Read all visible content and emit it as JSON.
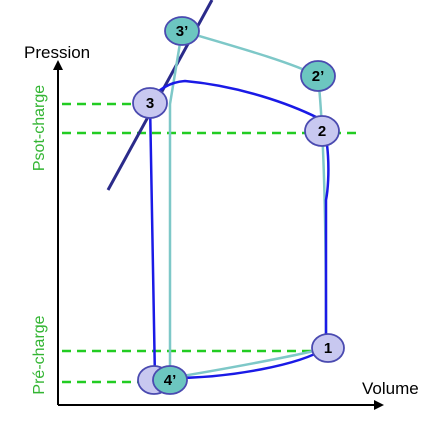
{
  "axes": {
    "y_label": "Pression",
    "x_label": "Volume"
  },
  "side_labels": {
    "upper": "Psot-charge",
    "lower": "Pré-charge"
  },
  "points": {
    "p1": "1",
    "p2": "2",
    "p2p": "2’",
    "p3": "3",
    "p3p": "3’",
    "p4p": "4’"
  },
  "colors": {
    "cycle_dark": "#1a1ae6",
    "cycle_light": "#7ec8c8",
    "dashed": "#22cc22",
    "circle_lavender": "#c8c8f0",
    "circle_teal": "#6cc6c0",
    "slope_line": "#2b2b8a",
    "label_green": "#33b533"
  }
}
